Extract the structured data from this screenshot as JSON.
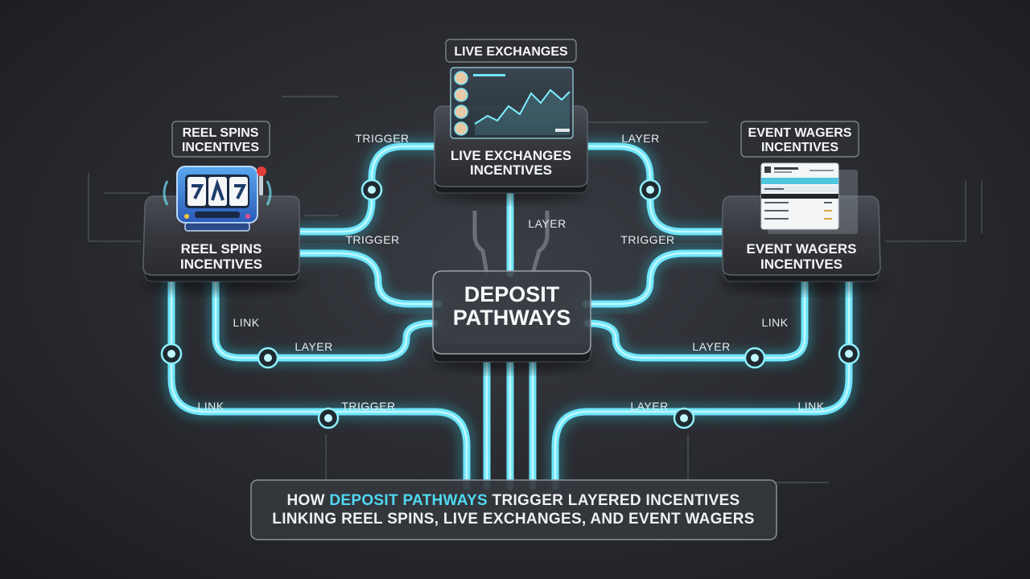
{
  "center": {
    "line1": "DEPOSIT",
    "line2": "PATHWAYS"
  },
  "nodes": {
    "reel": {
      "title_line1": "REEL SPINS",
      "title_line2": "INCENTIVES",
      "line1": "REEL SPINS",
      "line2": "INCENTIVES",
      "icon": "slot-machine-icon"
    },
    "live": {
      "title": "LIVE EXCHANGES",
      "line1": "LIVE EXCHANGES",
      "line2": "INCENTIVES",
      "icon": "live-chart-icon"
    },
    "event": {
      "title_line1": "EVENT WAGERS",
      "title_line2": "INCENTIVES",
      "line1": "EVENT WAGERS",
      "line2": "INCENTIVES",
      "icon": "betting-slip-icon"
    }
  },
  "connection_labels": {
    "top_left": "TRIGGER",
    "top_right": "LAYER",
    "center_vertical": "LAYER",
    "mid_left": "TRIGGER",
    "mid_right": "TRIGGER",
    "left_link": "LINK",
    "left_layer": "LAYER",
    "right_link": "LINK",
    "right_layer": "LAYER",
    "bottom_left_link": "LINK",
    "bottom_left_trigger": "TRIGGER",
    "bottom_right_layer": "LAYER",
    "bottom_right_link": "LINK"
  },
  "caption": {
    "line1_prefix": "HOW ",
    "line1_accent": "DEPOSIT PATHWAYS",
    "line1_suffix": " TRIGGER LAYERED INCENTIVES",
    "line2": "LINKING REEL SPINS, LIVE EXCHANGES, AND EVENT WAGERS"
  },
  "colors": {
    "accent": "#4fd9f3",
    "flow": "#6fe6fa",
    "background": "#2a2c31"
  }
}
